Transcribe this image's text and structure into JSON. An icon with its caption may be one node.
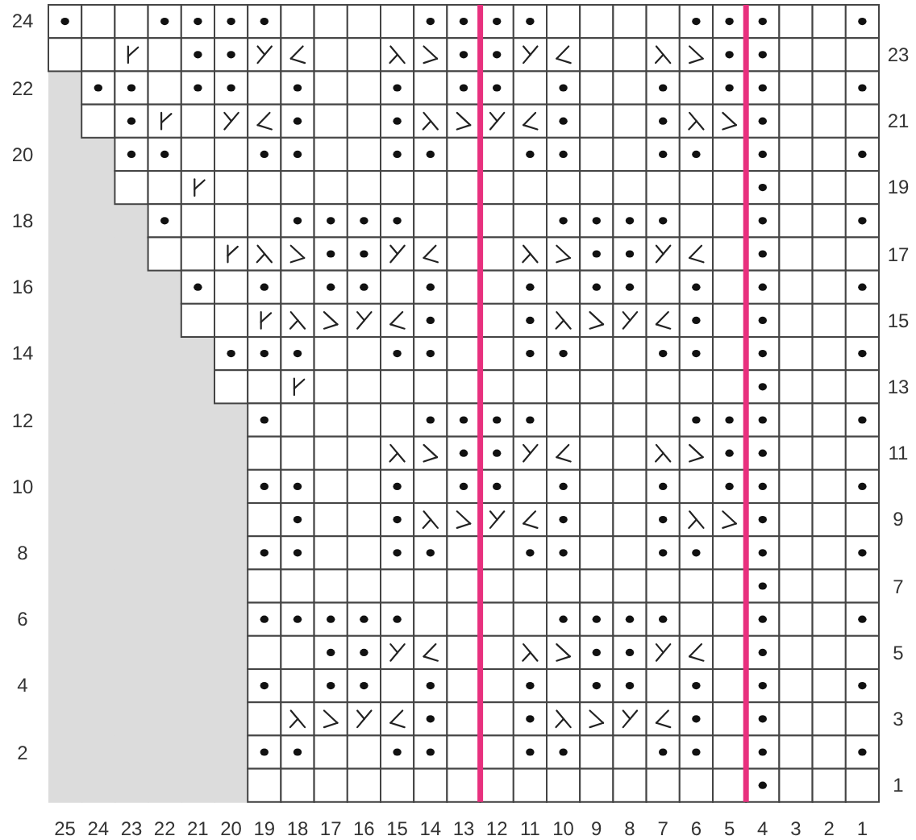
{
  "diagram": {
    "labels": [
      "24",
      "23",
      "22",
      "21",
      "20",
      "19",
      "18",
      "17",
      "16",
      "15",
      "14",
      "13",
      "12",
      "11",
      "10",
      "9",
      "8",
      "7",
      "6",
      "5",
      "4",
      "3",
      "2",
      "1",
      "25",
      "24",
      "23",
      "22",
      "21",
      "20",
      "19",
      "18",
      "17",
      "16",
      "15",
      "14",
      "13",
      "12",
      "11",
      "10",
      "9",
      "8",
      "7",
      "6",
      "5",
      "4",
      "3",
      "2",
      "1"
    ]
  }
}
